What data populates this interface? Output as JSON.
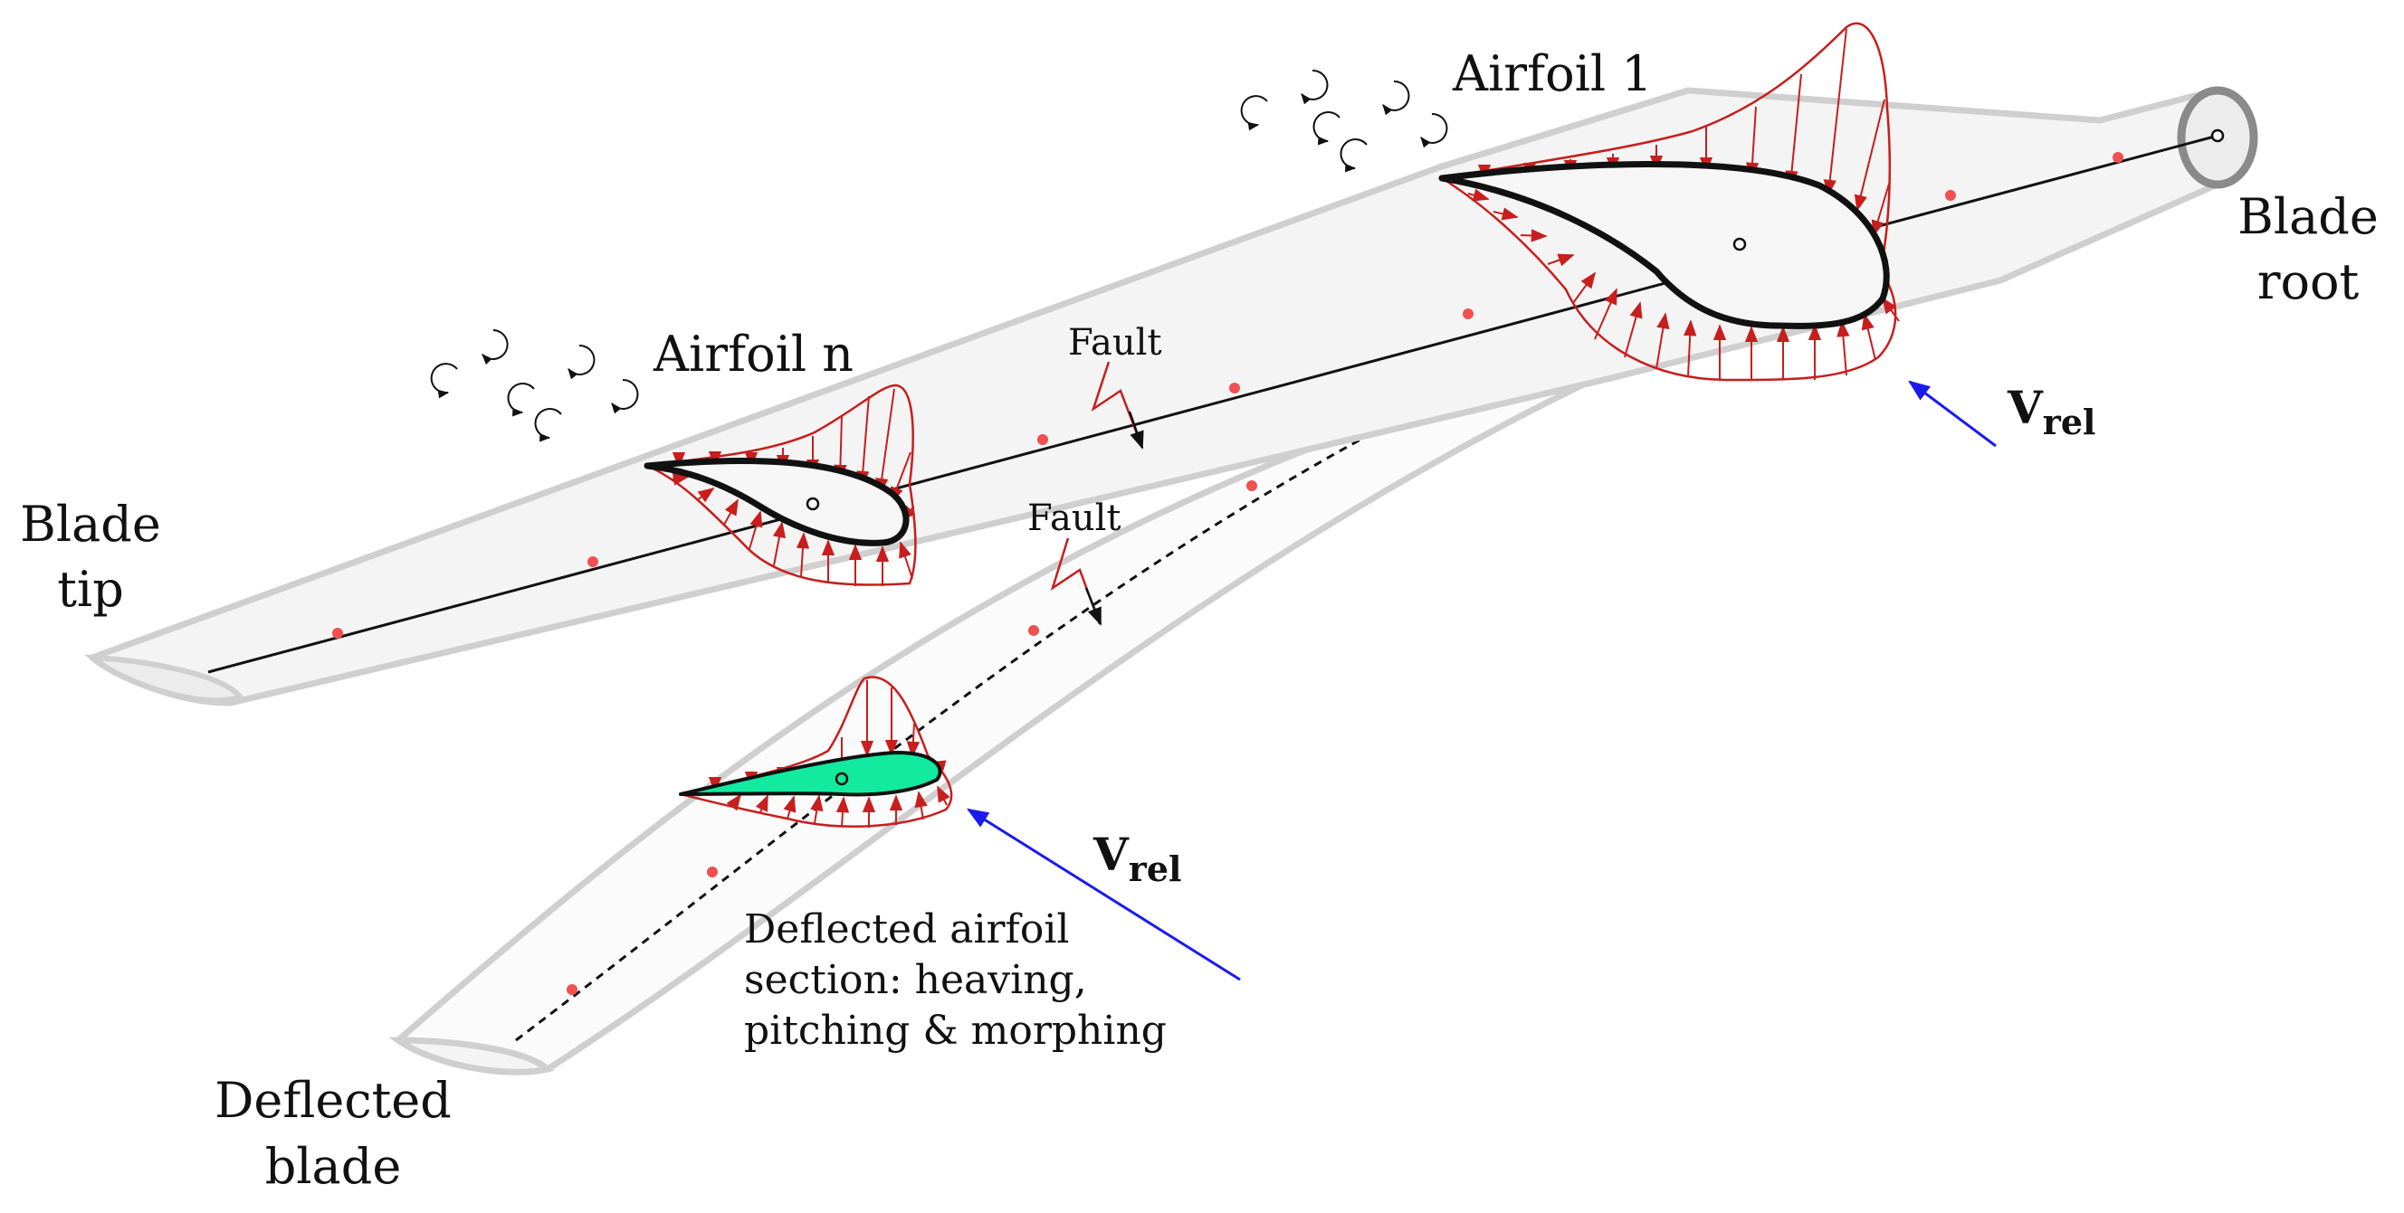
{
  "colors": {
    "blade_outline": "#cfcfcf",
    "blade_fill": "#f4f4f4",
    "hub_ring": "#8a8a8a",
    "pressure": "#c81e1e",
    "node": "#f05050",
    "velocity": "#1a1aee",
    "deflected_airfoil_fill": "#12eaa0",
    "airfoil_outline": "#111111"
  },
  "labels": {
    "airfoil_1": "Airfoil 1",
    "airfoil_n": "Airfoil n",
    "blade_root_line1": "Blade",
    "blade_root_line2": "root",
    "blade_tip_line1": "Blade",
    "blade_tip_line2": "tip",
    "deflected_blade_line1": "Deflected",
    "deflected_blade_line2": "blade",
    "fault_upper": "Fault",
    "fault_lower": "Fault",
    "v_rel_main": "V",
    "v_rel_sub": "rel",
    "deflected_section_line1": "Deflected airfoil",
    "deflected_section_line2": "section: heaving,",
    "deflected_section_line3": "pitching & morphing"
  },
  "icons": {
    "wake_vortices": "swirl-arrows-icon",
    "fault": "lightning-arrow-icon",
    "velocity": "arrow-icon"
  }
}
